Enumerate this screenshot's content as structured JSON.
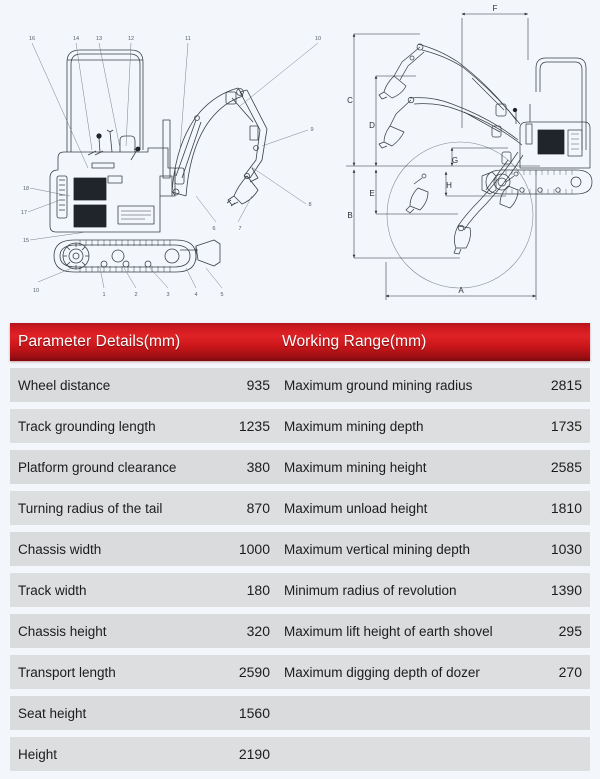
{
  "background_color": "#f3f6fb",
  "diagram": {
    "left_view": {
      "name": "excavator-side-view",
      "callout_numbers": [
        "1",
        "2",
        "3",
        "4",
        "5",
        "6",
        "7",
        "8",
        "9",
        "10",
        "11",
        "12",
        "13",
        "14",
        "15",
        "16",
        "17",
        "18"
      ]
    },
    "right_view": {
      "name": "excavator-working-range-diagram",
      "dimension_letters": [
        "A",
        "B",
        "C",
        "D",
        "E",
        "F",
        "G",
        "H"
      ]
    }
  },
  "table": {
    "header": {
      "color": "#d4191e",
      "left": "Parameter Details(mm)",
      "right": "Working Range(mm)"
    },
    "rows": [
      {
        "label": "Wheel distance",
        "value": "935",
        "label2": "Maximum ground mining radius",
        "value2": "2815"
      },
      {
        "label": "Track grounding length",
        "value": "1235",
        "label2": "Maximum mining depth",
        "value2": "1735"
      },
      {
        "label": "Platform ground clearance",
        "value": "380",
        "label2": "Maximum mining height",
        "value2": "2585"
      },
      {
        "label": "Turning radius of the tail",
        "value": "870",
        "label2": "Maximum unload height",
        "value2": "1810"
      },
      {
        "label": "Chassis width",
        "value": "1000",
        "label2": "Maximum vertical mining depth",
        "value2": "1030"
      },
      {
        "label": "Track width",
        "value": "180",
        "label2": "Minimum radius of revolution",
        "value2": "1390"
      },
      {
        "label": "Chassis height",
        "value": "320",
        "label2": "Maximum lift height of earth shovel",
        "value2": "295"
      },
      {
        "label": "Transport length",
        "value": "2590",
        "label2": "Maximum digging depth of dozer",
        "value2": "270"
      },
      {
        "label": "Seat height",
        "value": "1560",
        "label2": "",
        "value2": ""
      },
      {
        "label": "Height",
        "value": "2190",
        "label2": "",
        "value2": ""
      }
    ]
  }
}
